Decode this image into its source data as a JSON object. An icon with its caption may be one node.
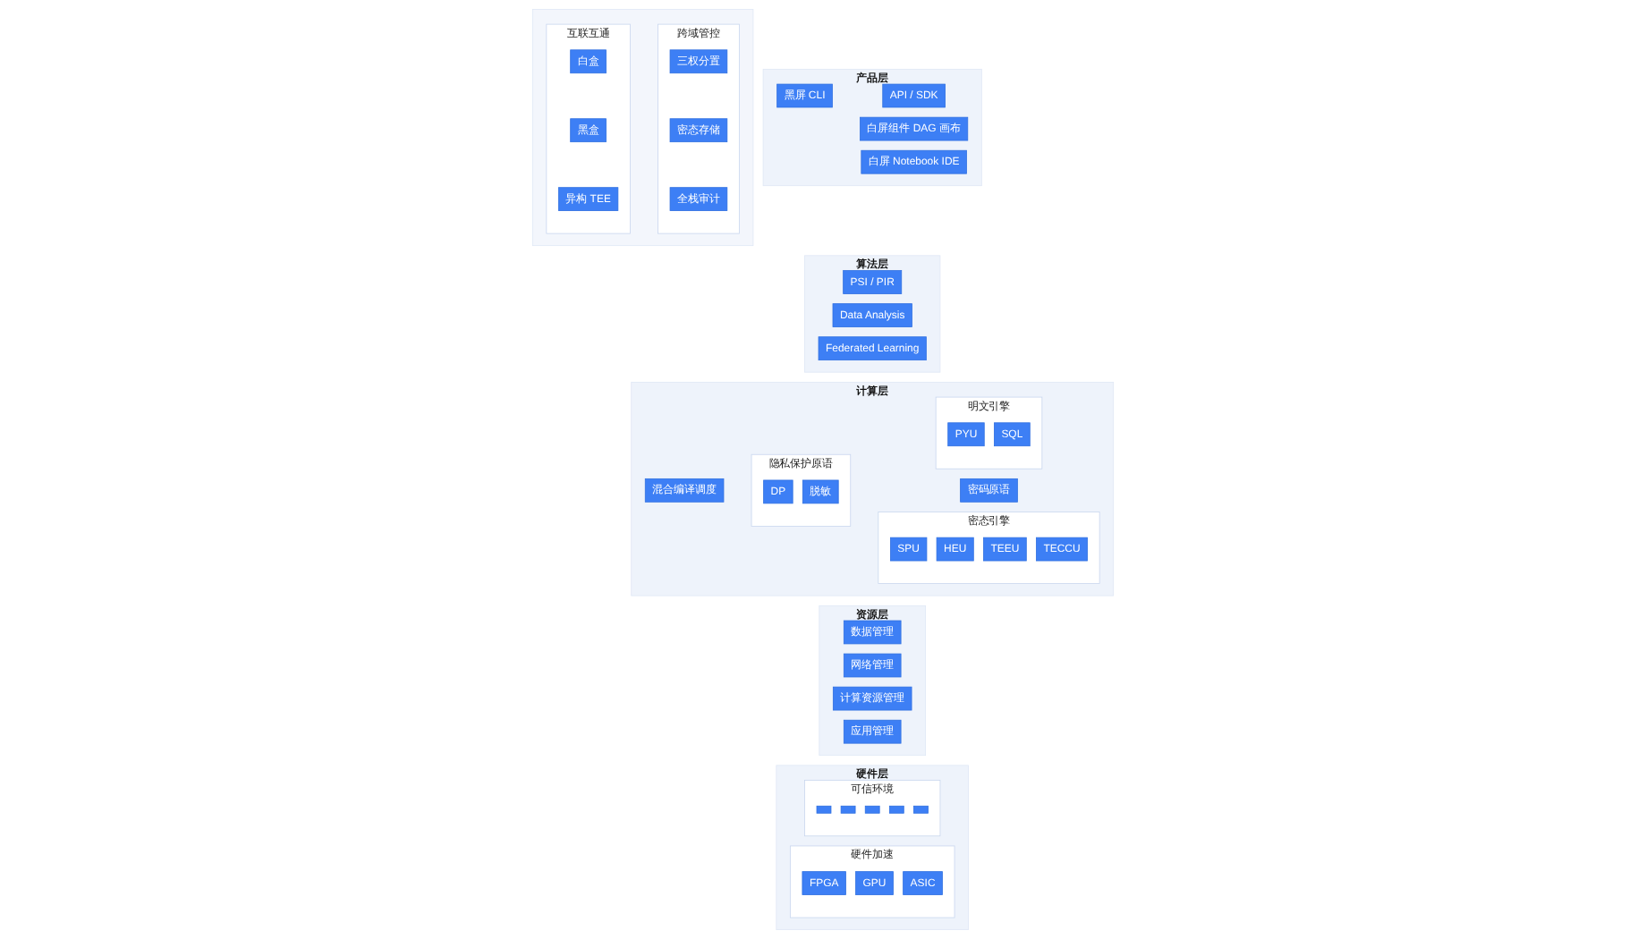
{
  "diagram": {
    "nodes": [
      {
        "text": [
          "产品层"
        ]
      },
      {
        "text": [
          "黑屏 CLI"
        ],
        "in": 0
      },
      {
        "text": [
          "白屏组件 DAG 画布"
        ],
        "in": 0
      },
      {
        "text": [
          "白屏 Notebook IDE"
        ],
        "in": 0
      },
      {
        "text": [
          "API / SDK"
        ],
        "in": 0
      },
      {
        "text": [
          "算法层"
        ]
      },
      {
        "text": [
          "PSI / PIR"
        ],
        "in": 5
      },
      {
        "text": [
          "Data Analysis"
        ],
        "in": 5
      },
      {
        "text": [
          "Federated Learning"
        ],
        "in": 5
      },
      {
        "text": [
          "计算层"
        ]
      },
      {
        "text": [
          "混合编译调度"
        ],
        "in": 9
      },
      {
        "text": [
          "隐私保护原语"
        ],
        "in": 9
      },
      {
        "text": [
          "DP"
        ],
        "in": 11
      },
      {
        "text": [
          "脱敏"
        ],
        "in": 11
      },
      {
        "text": [
          "密态引擎"
        ],
        "in": 9
      },
      {
        "text": [
          "SPU"
        ],
        "in": 14
      },
      {
        "text": [
          "HEU"
        ],
        "in": 14
      },
      {
        "text": [
          "TEEU"
        ],
        "in": 14
      },
      {
        "text": [
          "TECCU"
        ],
        "in": 14
      },
      {
        "text": [
          "密码原语"
        ],
        "in": 9
      },
      {
        "text": [
          "明文引擎"
        ],
        "in": 9
      },
      {
        "text": [
          "PYU"
        ],
        "in": 20
      },
      {
        "text": [
          "SQL"
        ],
        "in": 20
      },
      {
        "text": [
          "资源层"
        ]
      },
      {
        "text": [
          "数据管理"
        ],
        "in": 23
      },
      {
        "text": [
          "网络管理"
        ],
        "in": 23
      },
      {
        "text": [
          "计算资源管理"
        ],
        "in": 23
      },
      {
        "text": [
          "应用管理"
        ],
        "in": 23
      },
      {
        "text": [
          "硬件层"
        ]
      },
      {
        "text": [
          "硬件加速"
        ],
        "in": 28
      },
      {
        "text": [
          "FPGA"
        ],
        "in": 29
      },
      {
        "text": [
          "GPU"
        ],
        "in": 29
      },
      {
        "text": [
          "ASIC"
        ],
        "in": 29
      },
      {
        "text": [
          "可信环境"
        ],
        "in": 28
      },
      {
        "text": [],
        "shape": "box",
        "in": 33
      },
      {
        "text": [],
        "shape": "box",
        "in": 33
      },
      {
        "text": [],
        "shape": "box",
        "in": 33
      },
      {
        "text": [],
        "shape": "box",
        "in": 33
      },
      {
        "text": [],
        "shape": "box",
        "in": 33
      },
      {
        "text": [],
        "shape": "box"
      },
      {
        "text": [
          "互联互通"
        ],
        "in": 39
      },
      {
        "text": [
          "白盒"
        ],
        "in": 40
      },
      {
        "text": [
          "黑盒"
        ],
        "in": 40
      },
      {
        "text": [
          "异构 TEE"
        ],
        "in": 40
      },
      {
        "text": [
          "跨域管控"
        ],
        "in": 39
      },
      {
        "text": [
          "三权分置"
        ],
        "in": 44
      },
      {
        "text": [
          "密态存储"
        ],
        "in": 44
      },
      {
        "text": [
          "全栈审计"
        ],
        "in": 44
      }
    ]
  }
}
